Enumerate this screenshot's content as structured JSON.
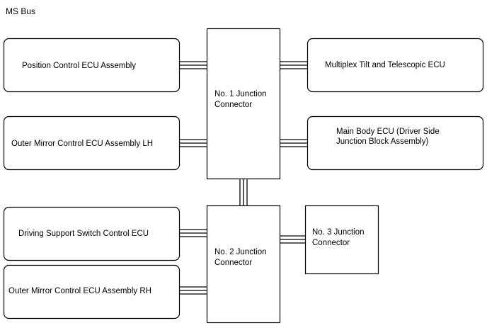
{
  "title": "MS Bus",
  "ecus": {
    "position_control": "Position Control ECU Assembly",
    "outer_mirror_lh": "Outer Mirror Control ECU Assembly LH",
    "driving_support": "Driving Support Switch Control ECU",
    "outer_mirror_rh": "Outer Mirror Control ECU Assembly RH",
    "multiplex_tilt": "Multiplex Tilt and Telescopic ECU",
    "main_body": [
      "Main Body ECU (Driver Side",
      "Junction Block Assembly)"
    ]
  },
  "junctions": {
    "no1": [
      "No. 1 Junction",
      "Connector"
    ],
    "no2": [
      "No. 2 Junction",
      "Connector"
    ],
    "no3": [
      "No. 3 Junction",
      "Connector"
    ]
  }
}
